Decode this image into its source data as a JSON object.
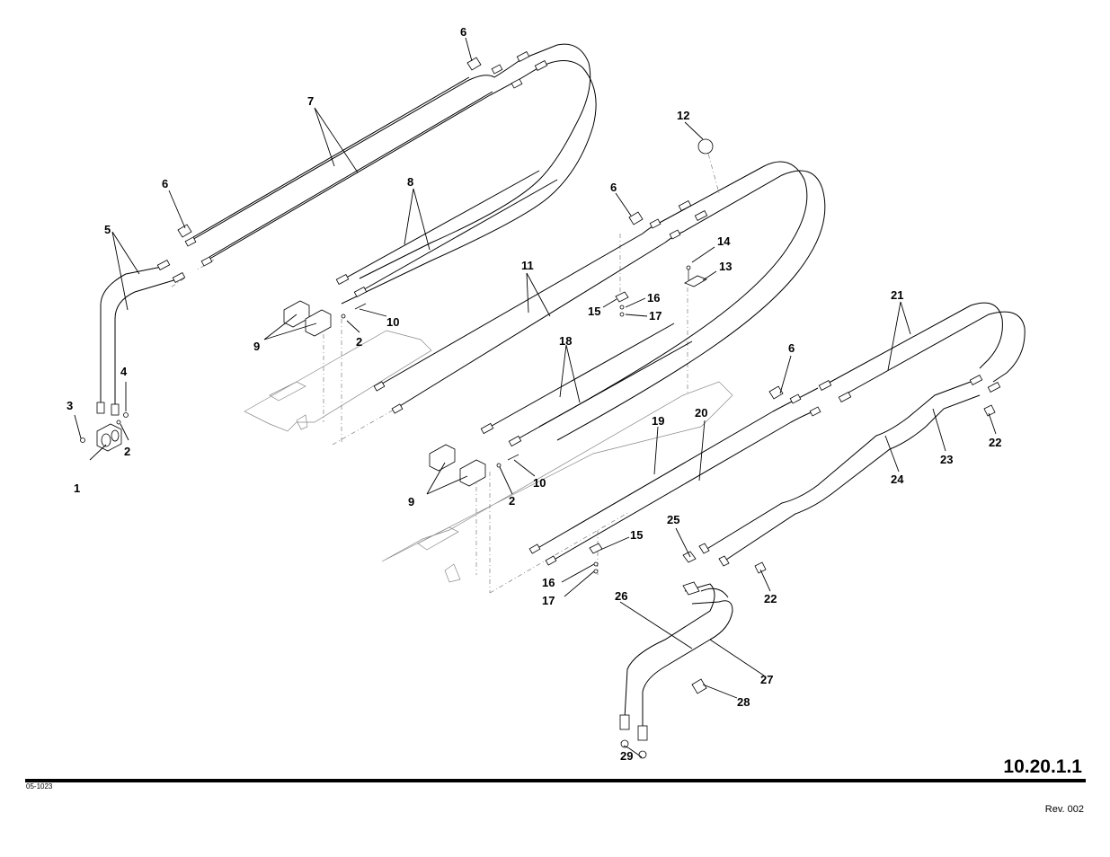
{
  "page": {
    "page_number": "10.20.1.1",
    "doc_code": "05-1023",
    "revision": "Rev. 002"
  },
  "callouts": {
    "c1": "1",
    "c2a": "2",
    "c2b": "2",
    "c2c": "2",
    "c3": "3",
    "c4": "4",
    "c5": "5",
    "c6a": "6",
    "c6b": "6",
    "c6c": "6",
    "c6d": "6",
    "c7": "7",
    "c8": "8",
    "c9a": "9",
    "c9b": "9",
    "c10a": "10",
    "c10b": "10",
    "c11": "11",
    "c12": "12",
    "c13": "13",
    "c14": "14",
    "c15a": "15",
    "c15b": "15",
    "c16a": "16",
    "c16b": "16",
    "c17a": "17",
    "c17b": "17",
    "c18": "18",
    "c19": "19",
    "c20": "20",
    "c21": "21",
    "c22a": "22",
    "c22b": "22",
    "c23": "23",
    "c24": "24",
    "c25": "25",
    "c26": "26",
    "c27": "27",
    "c28": "28",
    "c29": "29"
  }
}
